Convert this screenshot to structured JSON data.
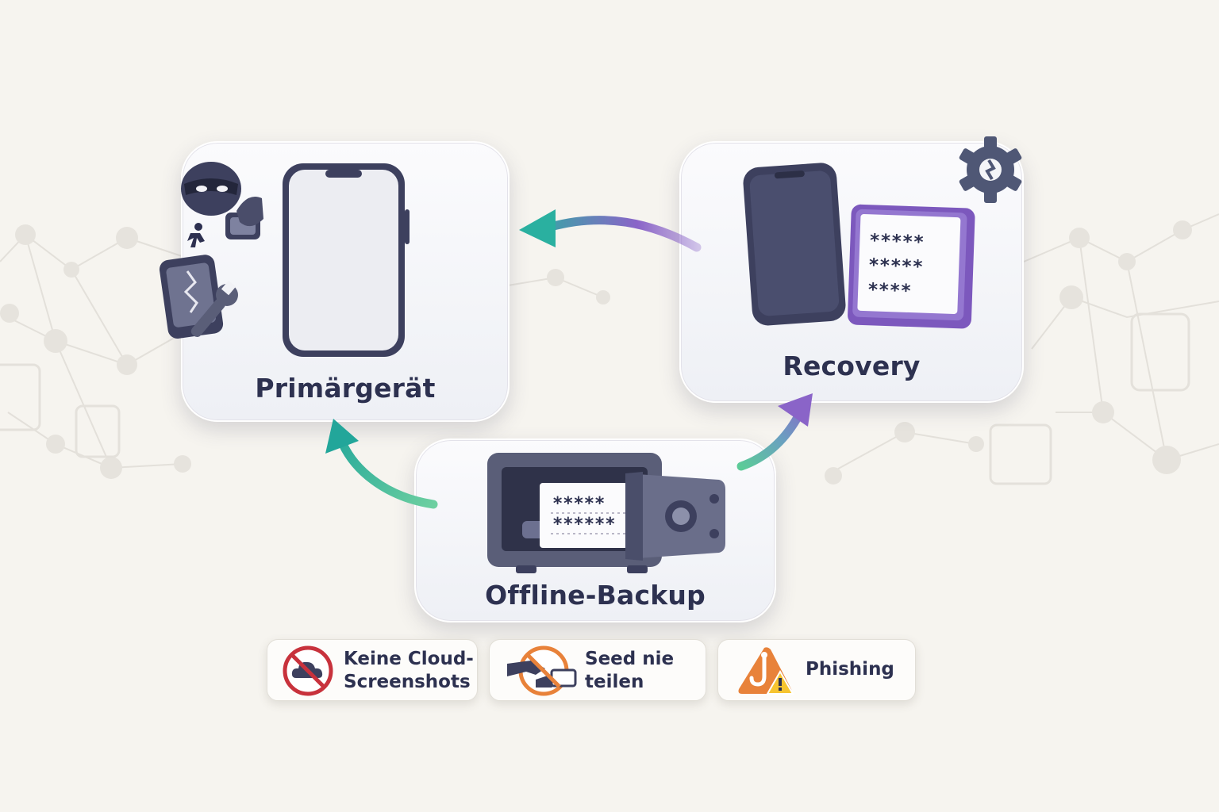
{
  "nodes": {
    "primary": {
      "label": "Primärgerät"
    },
    "recovery": {
      "label": "Recovery",
      "seed_lines": [
        "*****",
        "*****",
        "****"
      ]
    },
    "backup": {
      "label": "Offline-Backup",
      "seed_lines": [
        "*****",
        "******"
      ]
    }
  },
  "warnings": [
    {
      "line1": "Keine Cloud-",
      "line2": "Screenshots",
      "icon": "no-cloud-icon"
    },
    {
      "line1": "Seed nie",
      "line2": "teilen",
      "icon": "no-sharing-icon"
    },
    {
      "line1": "Phishing",
      "icon": "phishing-warning-icon"
    }
  ],
  "colors": {
    "teal": "#2ab0a0",
    "purple": "#8a64c8",
    "navy": "#3d405e",
    "danger_red": "#c8323c",
    "warning_orange": "#e8823a"
  }
}
